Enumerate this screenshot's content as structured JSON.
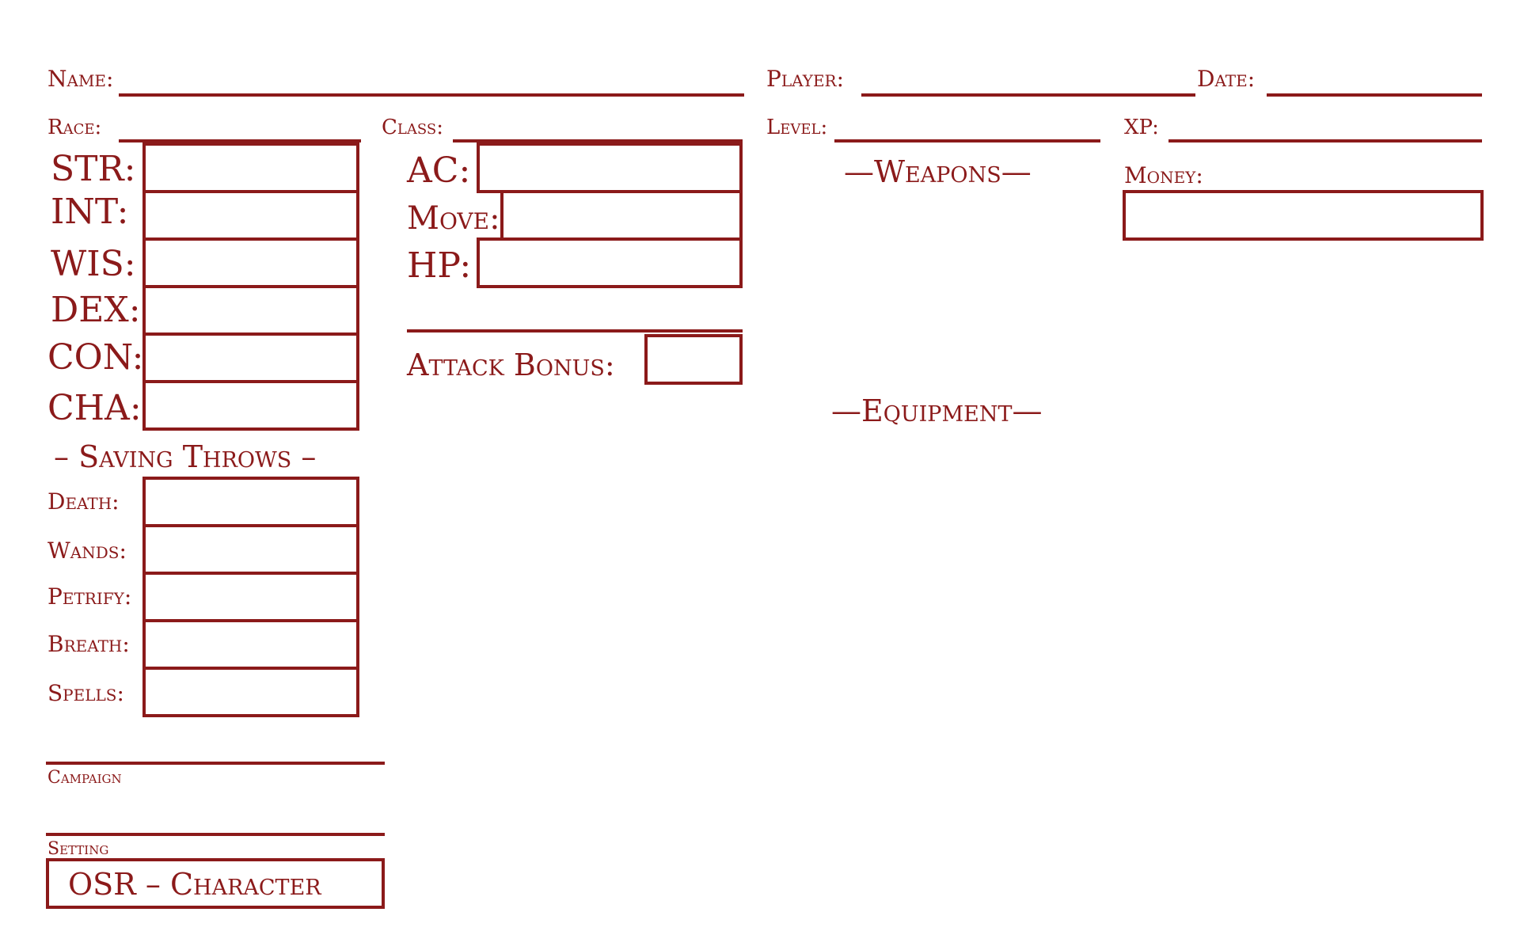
{
  "header": {
    "name_label": "Name:",
    "player_label": "Player:",
    "date_label": "Date:",
    "race_label": "Race:",
    "class_label": "Class:",
    "level_label": "Level:",
    "xp_label": "XP:"
  },
  "abilities": {
    "str": "STR:",
    "int": "INT:",
    "wis": "WIS:",
    "dex": "DEX:",
    "con": "CON:",
    "cha": "CHA:"
  },
  "combat": {
    "ac": "AC:",
    "move": "Move:",
    "hp": "HP:",
    "attack_bonus": "Attack Bonus:"
  },
  "saving_throws": {
    "title": "– Saving Throws –",
    "death": "Death:",
    "wands": "Wands:",
    "petrify": "Petrify:",
    "breath": "Breath:",
    "spells": "Spells:"
  },
  "sections": {
    "weapons": "—Weapons—",
    "equipment": "—Equipment—",
    "money": "Money:"
  },
  "footer": {
    "campaign": "Campaign",
    "setting": "Setting",
    "title": "OSR – Character"
  },
  "colors": {
    "ink": "#8b1a1a",
    "paper": "#ffffff"
  }
}
